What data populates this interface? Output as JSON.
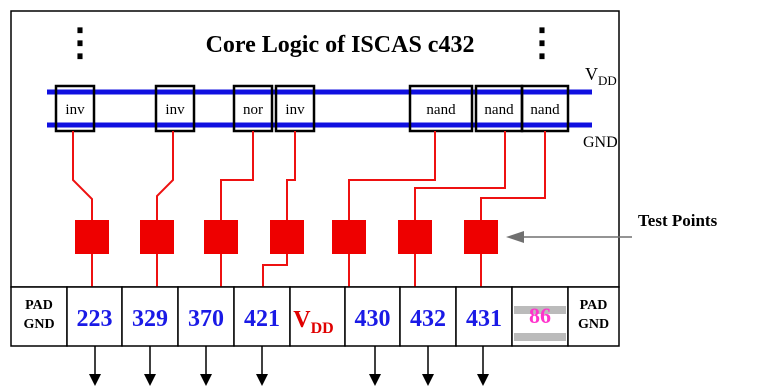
{
  "title": "Core Logic of ISCAS c432",
  "ellipsis": "⋮",
  "rails": {
    "vdd_main": "V",
    "vdd_sub": "DD",
    "gnd": "GND"
  },
  "gates": [
    "inv",
    "inv",
    "nor",
    "inv",
    "nand",
    "nand",
    "nand"
  ],
  "test_points_label": "Test Points",
  "pads": [
    {
      "line1": "PAD",
      "line2": "GND",
      "type": "pad"
    },
    {
      "text": "223",
      "type": "pin"
    },
    {
      "text": "329",
      "type": "pin"
    },
    {
      "text": "370",
      "type": "pin"
    },
    {
      "text": "421",
      "type": "pin"
    },
    {
      "main": "V",
      "sub": "DD",
      "type": "vdd"
    },
    {
      "text": "430",
      "type": "pin"
    },
    {
      "text": "432",
      "type": "pin"
    },
    {
      "text": "431",
      "type": "pin"
    },
    {
      "text": "86",
      "type": "pin-magenta"
    },
    {
      "line1": "PAD",
      "line2": "GND",
      "type": "pad"
    }
  ],
  "colors": {
    "rail": "#1010e0",
    "wire": "#ee1111",
    "testpoint": "#ee0000",
    "pin_text": "#1a1ae6",
    "vdd_text": "#e00000",
    "magenta": "#ff33cc",
    "gray": "#bbbbbb",
    "arrow_gray": "#707070"
  }
}
